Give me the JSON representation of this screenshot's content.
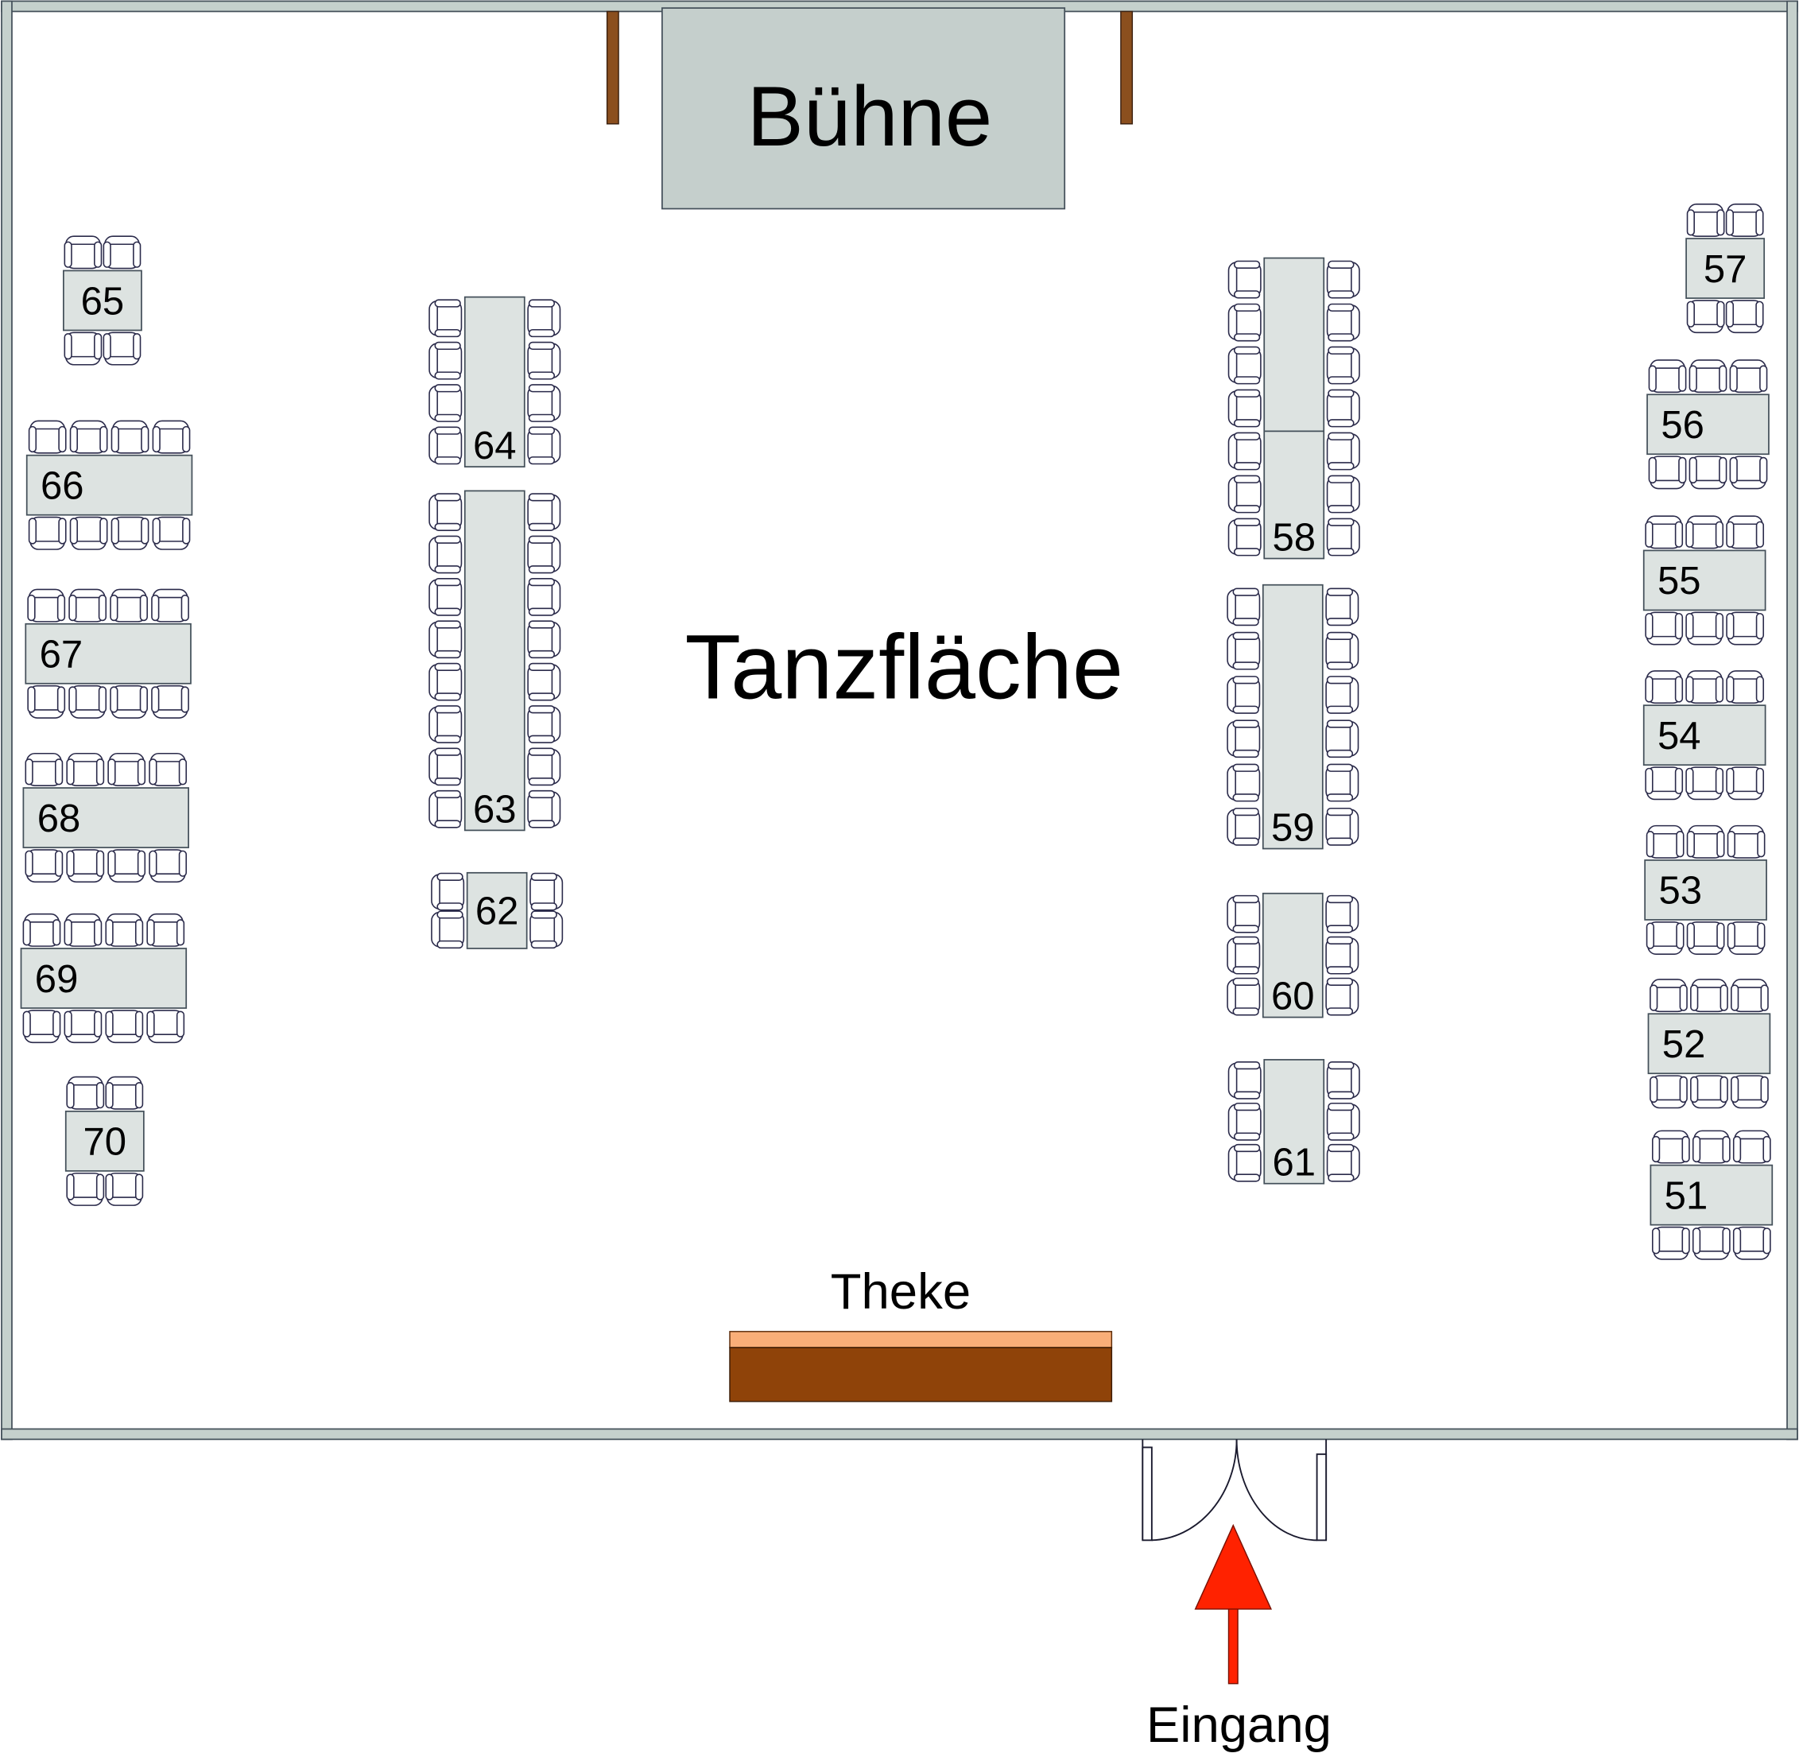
{
  "stage": {
    "label": "Bühne"
  },
  "dance_floor": {
    "label": "Tanzfläche"
  },
  "bar": {
    "label": "Theke"
  },
  "entrance": {
    "label": "Eingang"
  },
  "tables": [
    {
      "id": "t51",
      "label": "51"
    },
    {
      "id": "t52",
      "label": "52"
    },
    {
      "id": "t53",
      "label": "53"
    },
    {
      "id": "t54",
      "label": "54"
    },
    {
      "id": "t55",
      "label": "55"
    },
    {
      "id": "t56",
      "label": "56"
    },
    {
      "id": "t57",
      "label": "57"
    },
    {
      "id": "t58",
      "label": "58"
    },
    {
      "id": "t59",
      "label": "59"
    },
    {
      "id": "t60",
      "label": "60"
    },
    {
      "id": "t61",
      "label": "61"
    },
    {
      "id": "t62",
      "label": "62"
    },
    {
      "id": "t63",
      "label": "63"
    },
    {
      "id": "t64",
      "label": "64"
    },
    {
      "id": "t65",
      "label": "65"
    },
    {
      "id": "t66",
      "label": "66"
    },
    {
      "id": "t67",
      "label": "67"
    },
    {
      "id": "t68",
      "label": "68"
    },
    {
      "id": "t69",
      "label": "69"
    },
    {
      "id": "t70",
      "label": "70"
    }
  ],
  "colors": {
    "wall": "#c5d0cc",
    "table": "#dde3e1",
    "stage": "#c5cfcc",
    "bar_top": "#f9ae78",
    "bar": "#8f4309",
    "arrow": "#ff2200",
    "post": "#8b4f1e"
  }
}
